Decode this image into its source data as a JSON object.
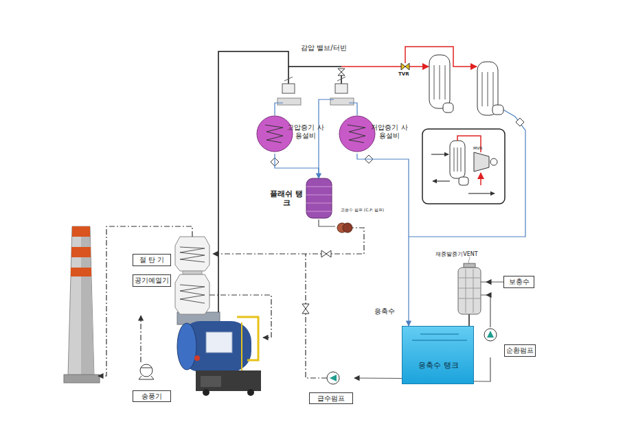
{
  "diagram": {
    "nodes": [
      {
        "text": [
          "고압증기 사용설비"
        ]
      },
      {
        "text": [
          "저압증기 사용설비"
        ]
      },
      {
        "text": [
          "플래쉬 탱크"
        ]
      },
      {
        "text": [
          "고온수 펌프 (C.P. 펌프)"
        ]
      },
      {
        "text": [
          "절 탄 기"
        ]
      },
      {
        "text": [
          "재증발증기VENT"
        ]
      },
      {
        "text": [
          "공기예열기"
        ]
      },
      {
        "text": [
          "보충수"
        ]
      },
      {
        "text": [
          "응축수 탱크"
        ]
      },
      {
        "text": [
          "순환펌프"
        ]
      },
      {
        "text": [
          "송풍기"
        ]
      },
      {
        "text": [
          "급수펌프"
        ]
      }
    ],
    "edges": [
      {
        "from": 0,
        "to": 2,
        "arrow": "to"
      },
      {
        "from": 1,
        "to": 8,
        "label": "응축수",
        "arrow": "to"
      },
      {
        "from": 2,
        "to": 3,
        "arrow": "none"
      },
      {
        "from": 8,
        "to": 11,
        "arrow": "to"
      },
      {
        "from": 7,
        "to": 5,
        "arrow": "to"
      },
      {
        "from": 9,
        "to": 5,
        "arrow": "to"
      },
      {
        "from": 8,
        "to": 9,
        "arrow": "none"
      },
      {
        "from": 10,
        "to": 6,
        "arrow": "to"
      }
    ],
    "labels": [
      "감압 밸브/터빈",
      "TVR",
      "MVR"
    ]
  }
}
